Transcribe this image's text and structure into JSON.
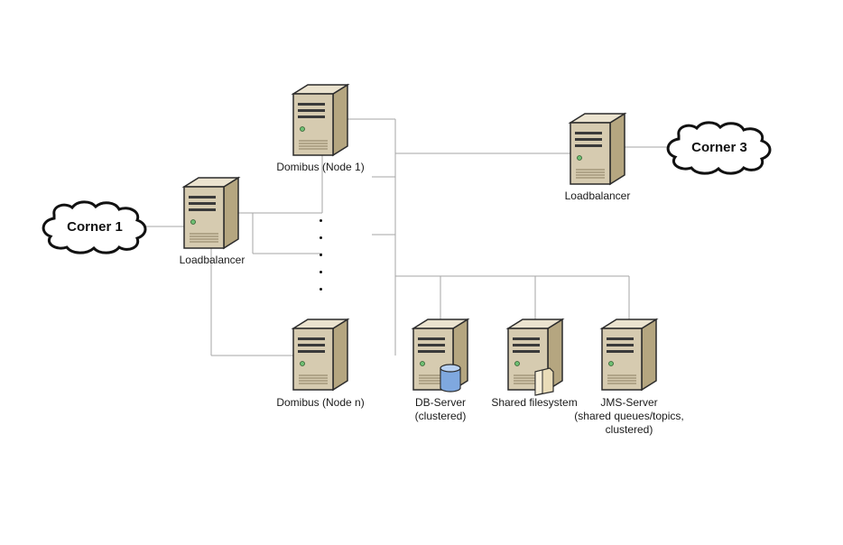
{
  "diagram": {
    "clouds": {
      "corner1": "Corner 1",
      "corner3": "Corner 3"
    },
    "servers": {
      "lb_left": "Loadbalancer",
      "lb_right": "Loadbalancer",
      "node1": "Domibus (Node 1)",
      "noden": "Domibus (Node n)",
      "db_line1": "DB-Server",
      "db_line2": "(clustered)",
      "fs": "Shared filesystem",
      "jms_line1": "JMS-Server",
      "jms_line2": "(shared queues/topics,",
      "jms_line3": "clustered)"
    },
    "colors": {
      "line": "#a6a6a6",
      "server_front": "#d6cbb0",
      "server_side": "#b5a680",
      "server_top": "#ebe3cf",
      "outline": "#2b2b2b",
      "led": "#6fbf73",
      "db": "#7fa8df",
      "folder": "#e9dcb8"
    },
    "icons": {
      "server": "server-tower-icon",
      "cloud": "cloud-icon",
      "database": "database-cylinder-icon",
      "folder": "folder-icon"
    }
  }
}
